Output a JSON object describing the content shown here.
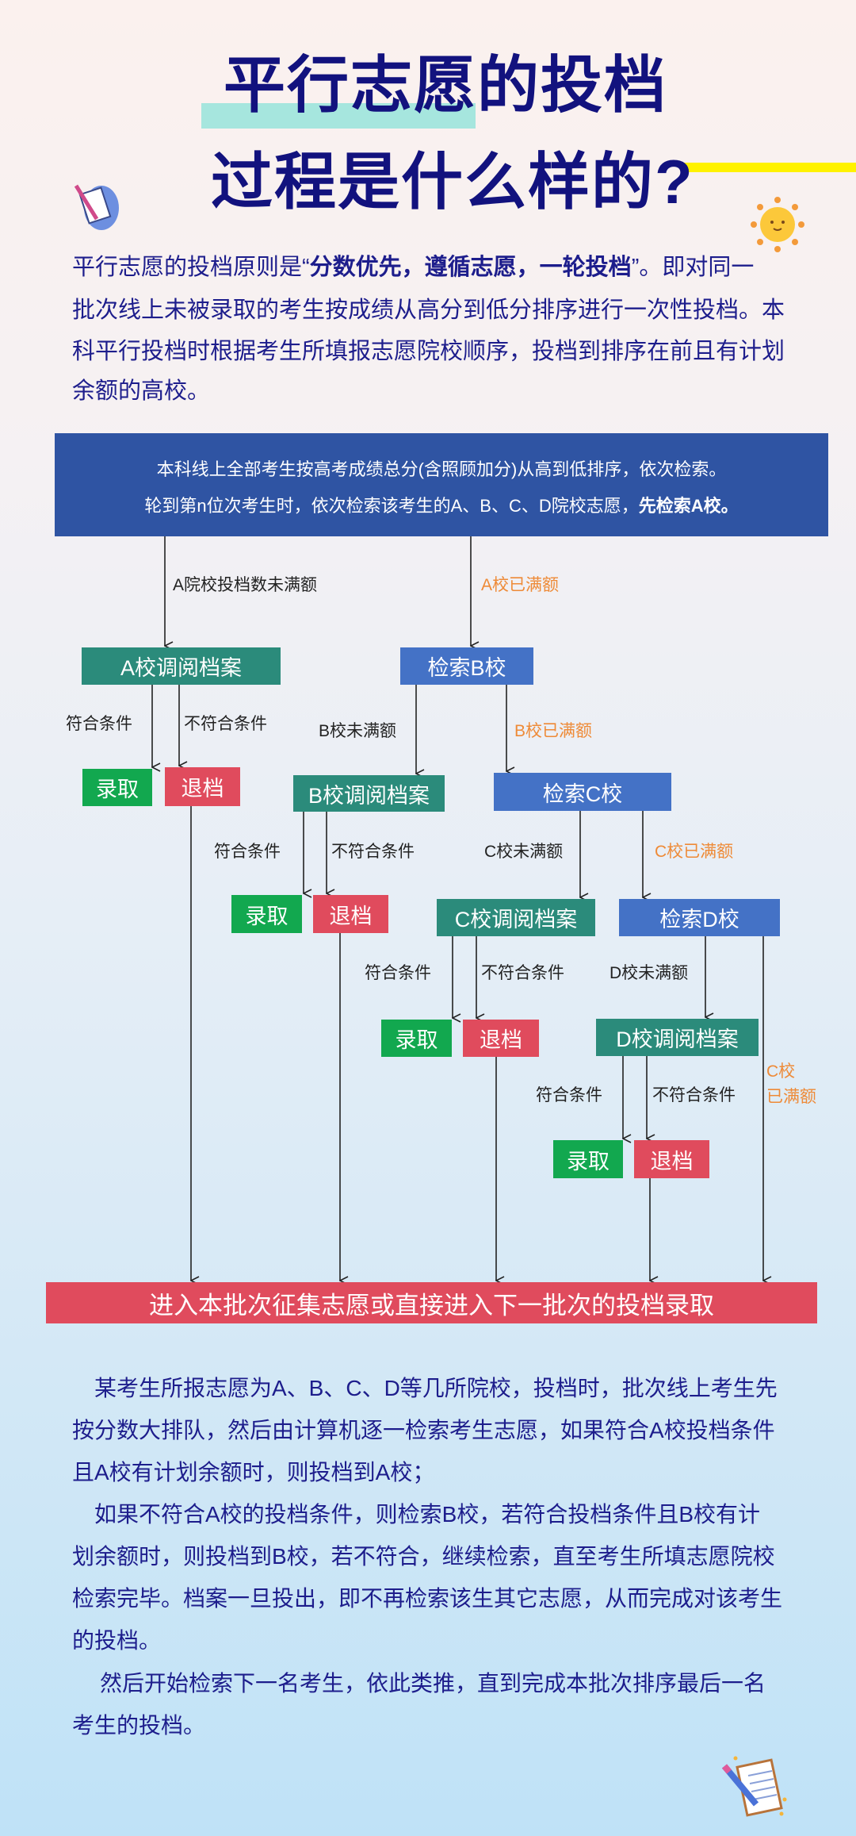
{
  "title": {
    "line1": "平行志愿的投档",
    "line2": "过程是什么样的?"
  },
  "intro": {
    "line1_pre": "平行志愿的投档原则是“",
    "line1_bold": "分数优先，遵循志愿，一轮投档",
    "line1_post": "”。即对同一",
    "line2": "批次线上未被录取的考生按成绩从高分到低分排序进行一次性投档。本",
    "line3": "科平行投档时根据考生所填报志愿院校顺序，投档到排序在前且有计划",
    "line4": "余额的高校。"
  },
  "flow": {
    "start_line1": "本科线上全部考生按高考成绩总分(含照顾加分)从高到低排序，依次检索。",
    "start_line2_pre": "轮到第n位次考生时，依次检索该考生的A、B、C、D院校志愿，",
    "start_line2_bold": "先检索A校。",
    "a_not_full": "A院校投档数未满额",
    "a_full": "A校已满额",
    "a_review": "A校调阅档案",
    "search_b": "检索B校",
    "b_not_full": "B校未满额",
    "b_full": "B校已满额",
    "b_review": "B校调阅档案",
    "search_c": "检索C校",
    "c_not_full": "C校未满额",
    "c_full": "C校已满额",
    "c_review": "C校调阅档案",
    "search_d": "检索D校",
    "d_not_full": "D校未满额",
    "d_full_line1": "C校",
    "d_full_line2": "已满额",
    "d_review": "D校调阅档案",
    "qualify": "符合条件",
    "not_qualify": "不符合条件",
    "admit": "录取",
    "reject": "退档",
    "end": "进入本批次征集志愿或直接进入下一批次的投档录取"
  },
  "explain": {
    "lines": [
      "某考生所报志愿为A、B、C、D等几所院校，投档时，批次线上考生先",
      "按分数大排队，然后由计算机逐一检索考生志愿，如果符合A校投档条件",
      "且A校有计划余额时，则投档到A校；",
      "如果不符合A校的投档条件，则检索B校，若符合投档条件且B校有计",
      "划余额时，则投档到B校，若不符合，继续检索，直至考生所填志愿院校",
      "检索完毕。档案一旦投出，即不再检索该生其它志愿，从而完成对该考生",
      "的投档。",
      "然后开始检索下一名考生，依此类推，直到完成本批次排序最后一名",
      "考生的投档。"
    ]
  },
  "colors": {
    "navy": "#12127e",
    "top_box": "#2f54a3",
    "teal": "#2b8b7b",
    "blue": "#4472c6",
    "green": "#12a84f",
    "red": "#e04b5d",
    "orange": "#ee8a37"
  }
}
